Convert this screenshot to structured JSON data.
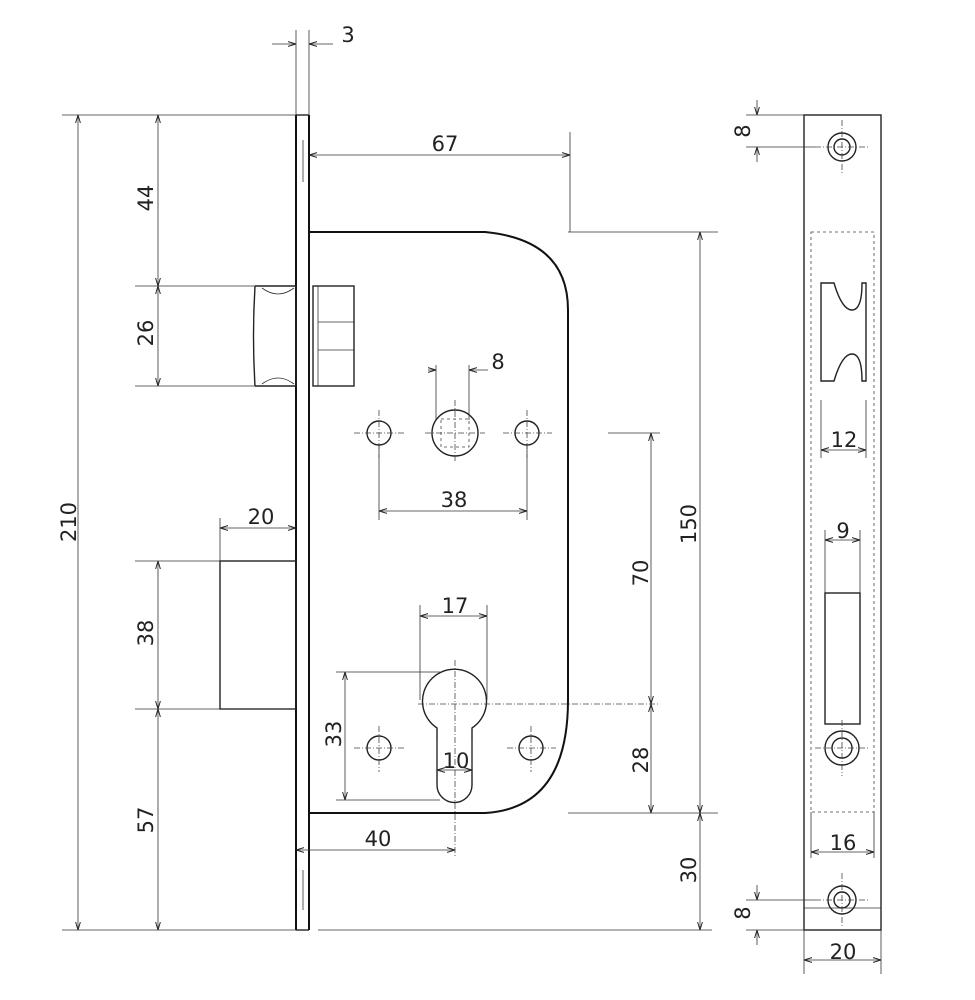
{
  "dimensions": {
    "faceplate_thickness": "3",
    "backset": "67",
    "top_to_latch": "44",
    "latch_height": "26",
    "total_height": "210",
    "latch_throw": "20",
    "deadbolt_height": "38",
    "bottom_to_deadbolt": "57",
    "spindle_square": "8",
    "fixing_hole_spacing": "38",
    "case_height": "150",
    "handle_to_cylinder": "70",
    "cylinder_width": "17",
    "cylinder_height": "33",
    "cylinder_slot": "10",
    "cylinder_to_case_bottom": "28",
    "cylinder_backset": "40",
    "case_bottom_to_plate_bottom": "30",
    "strike_hole_top": "8",
    "strike_latch_width": "12",
    "strike_bolt_width": "9",
    "strike_inner_width": "16",
    "strike_hole_bottom": "8",
    "strike_plate_width": "20"
  }
}
